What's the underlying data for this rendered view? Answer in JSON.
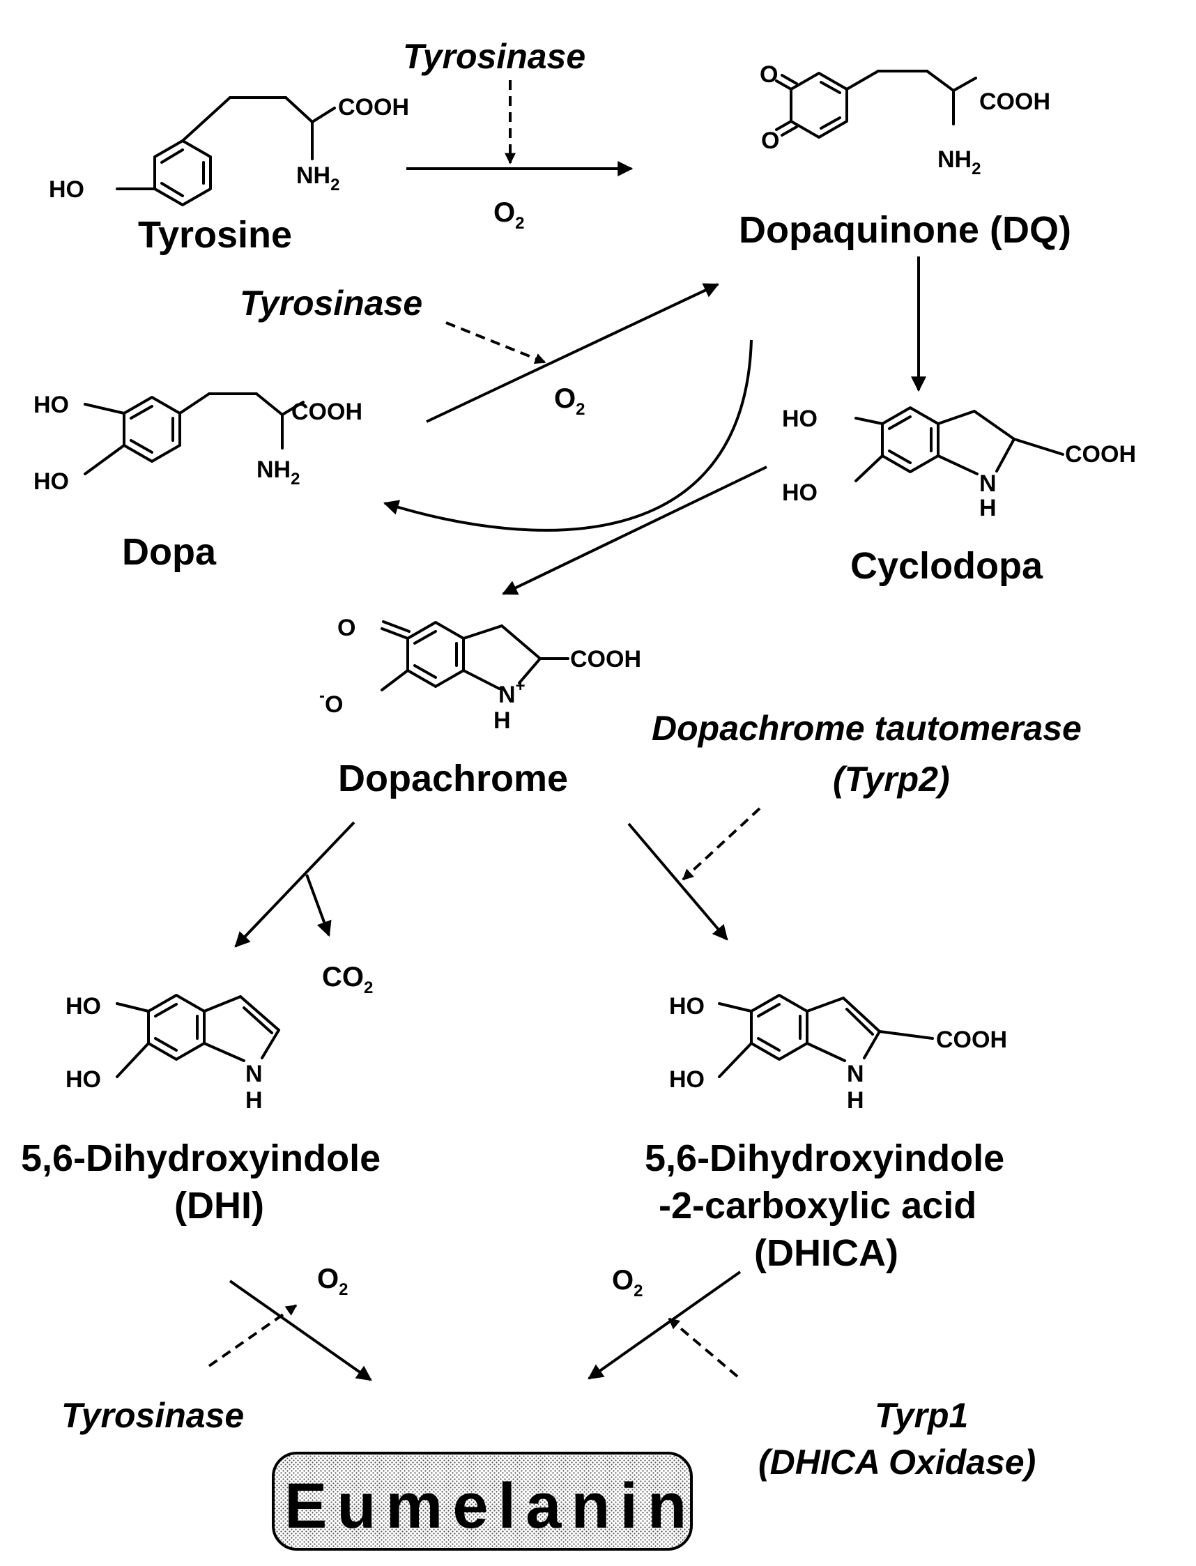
{
  "compounds": {
    "tyrosine": "Tyrosine",
    "dopaquinone": "Dopaquinone (DQ)",
    "dopa": "Dopa",
    "cyclodopa": "Cyclodopa",
    "dopachrome": "Dopachrome",
    "dhi_line1": "5,6-Dihydroxyindole",
    "dhi_line2": "(DHI)",
    "dhica_line1": "5,6-Dihydroxyindole",
    "dhica_line2": "-2-carboxylic acid",
    "dhica_line3": "(DHICA)",
    "eumelanin": "Eumelanin"
  },
  "enzymes": {
    "tyrosinase_top": "Tyrosinase",
    "tyrosinase_mid": "Tyrosinase",
    "dct_line1": "Dopachrome tautomerase",
    "dct_line2": "(Tyrp2)",
    "tyrosinase_bottom": "Tyrosinase",
    "tyrp1_line1": "Tyrp1",
    "tyrp1_line2": "(DHICA Oxidase)"
  },
  "reagents": {
    "o2": "O",
    "o2_sub": "2",
    "co2": "CO",
    "co2_sub": "2"
  },
  "atoms": {
    "cooh": "COOH",
    "nh2": "NH",
    "nh2_sub": "2",
    "ho": "HO",
    "o": "O",
    "o_minus": "-",
    "n": "N",
    "h": "H",
    "n_plus": "+"
  }
}
